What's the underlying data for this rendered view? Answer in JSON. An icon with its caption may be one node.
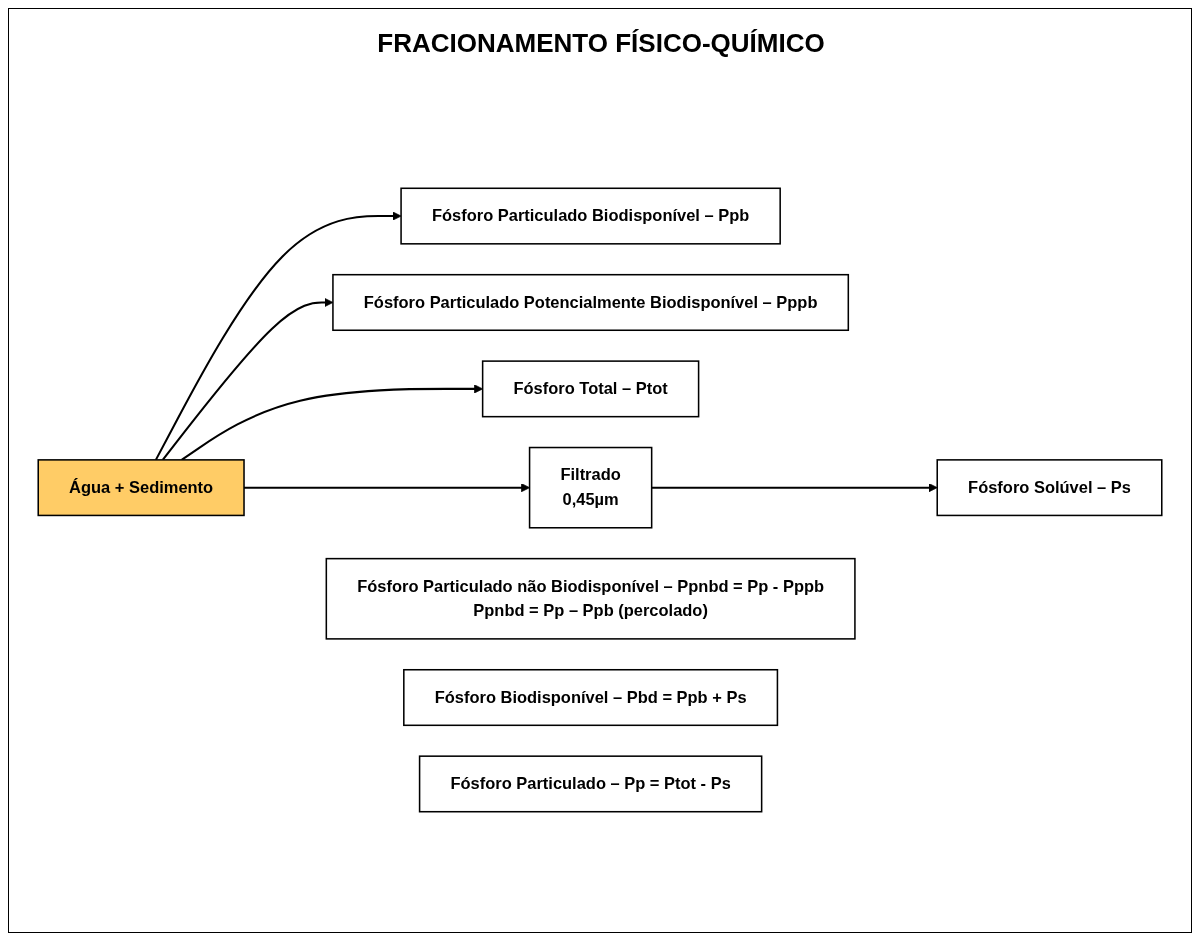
{
  "diagram": {
    "title": "FRACIONAMENTO FÍSICO-QUÍMICO",
    "nodes": [
      {
        "text": [
          "Água + Sedimento"
        ]
      },
      {
        "text": [
          "Fósforo Particulado Biodisponível – Ppb"
        ]
      },
      {
        "text": [
          "Fósforo Particulado Potencialmente Biodisponível – Pppb"
        ]
      },
      {
        "text": [
          "Fósforo Total – Ptot"
        ]
      },
      {
        "text": [
          "Filtrado",
          "0,45µm"
        ]
      },
      {
        "text": [
          "Fósforo Solúvel – Ps"
        ]
      },
      {
        "text": [
          "Fósforo Particulado não Biodisponível – Ppnbd = Pp - Pppb",
          "Ppnbd = Pp – Ppb (percolado)"
        ]
      },
      {
        "text": [
          "Fósforo Biodisponível – Pbd = Ppb + Ps"
        ]
      },
      {
        "text": [
          "Fósforo Particulado – Pp = Ptot - Ps"
        ]
      }
    ],
    "edges": [
      {
        "from": 0,
        "to": 1,
        "arrow": "to"
      },
      {
        "from": 0,
        "to": 2,
        "arrow": "to"
      },
      {
        "from": 0,
        "to": 3,
        "arrow": "to"
      },
      {
        "from": 0,
        "to": 4,
        "arrow": "to"
      },
      {
        "from": 4,
        "to": 5,
        "arrow": "to"
      }
    ]
  }
}
